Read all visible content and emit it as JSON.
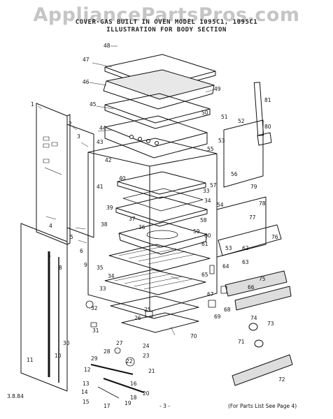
{
  "watermark": "AppliancePartsPros.com",
  "header": {
    "line1": "COVER-GAS BUILT IN OVEN MODEL 1095C1, 1095C1",
    "line2": "ILLUSTRATION FOR BODY SECTION"
  },
  "footer": {
    "date": "3.8.84",
    "page": "- 3 -",
    "note": "(For Parts List See Page 4)"
  },
  "callouts": [
    "1",
    "2",
    "3",
    "4",
    "5",
    "6",
    "7",
    "8",
    "9",
    "10",
    "11",
    "12",
    "13",
    "14",
    "15",
    "16",
    "17",
    "18",
    "19",
    "20",
    "21",
    "22",
    "23",
    "24",
    "25",
    "26",
    "27",
    "28",
    "29",
    "30",
    "31",
    "32",
    "33",
    "34",
    "35",
    "36",
    "37",
    "38",
    "39",
    "40",
    "41",
    "42",
    "43",
    "44",
    "45",
    "46",
    "47",
    "48",
    "49",
    "50",
    "51",
    "52",
    "53",
    "54",
    "55",
    "56",
    "57",
    "58",
    "59",
    "60",
    "61",
    "62",
    "63",
    "64",
    "65",
    "66",
    "67",
    "68",
    "69",
    "70",
    "71",
    "72",
    "73",
    "74",
    "75",
    "76",
    "77",
    "78",
    "79",
    "80",
    "81"
  ]
}
